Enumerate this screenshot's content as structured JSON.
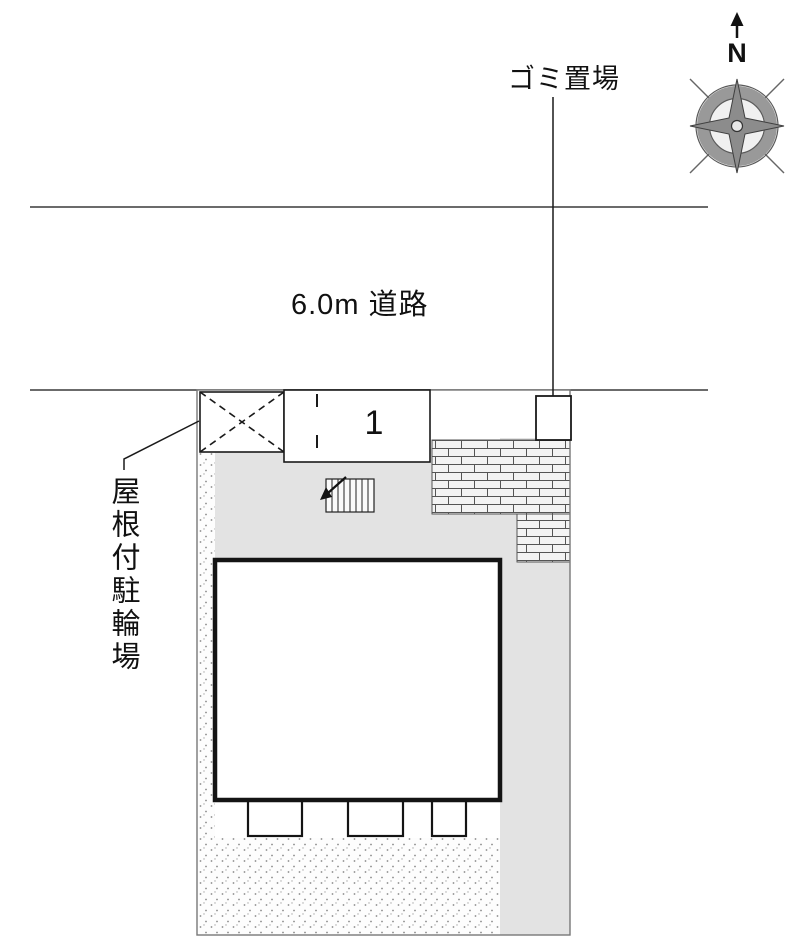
{
  "compass": {
    "north_label": "N"
  },
  "labels": {
    "garbage_area": "ゴミ置場",
    "road": "6.0m 道路",
    "parking_number": "1",
    "bicycle_parking": "屋根付駐輪場"
  },
  "colors": {
    "line": "#1a1a1a",
    "paving_gray": "#e3e3e3",
    "brick_mortar": "#555555",
    "compass_gray": "#8c8c8c",
    "background": "#ffffff"
  }
}
